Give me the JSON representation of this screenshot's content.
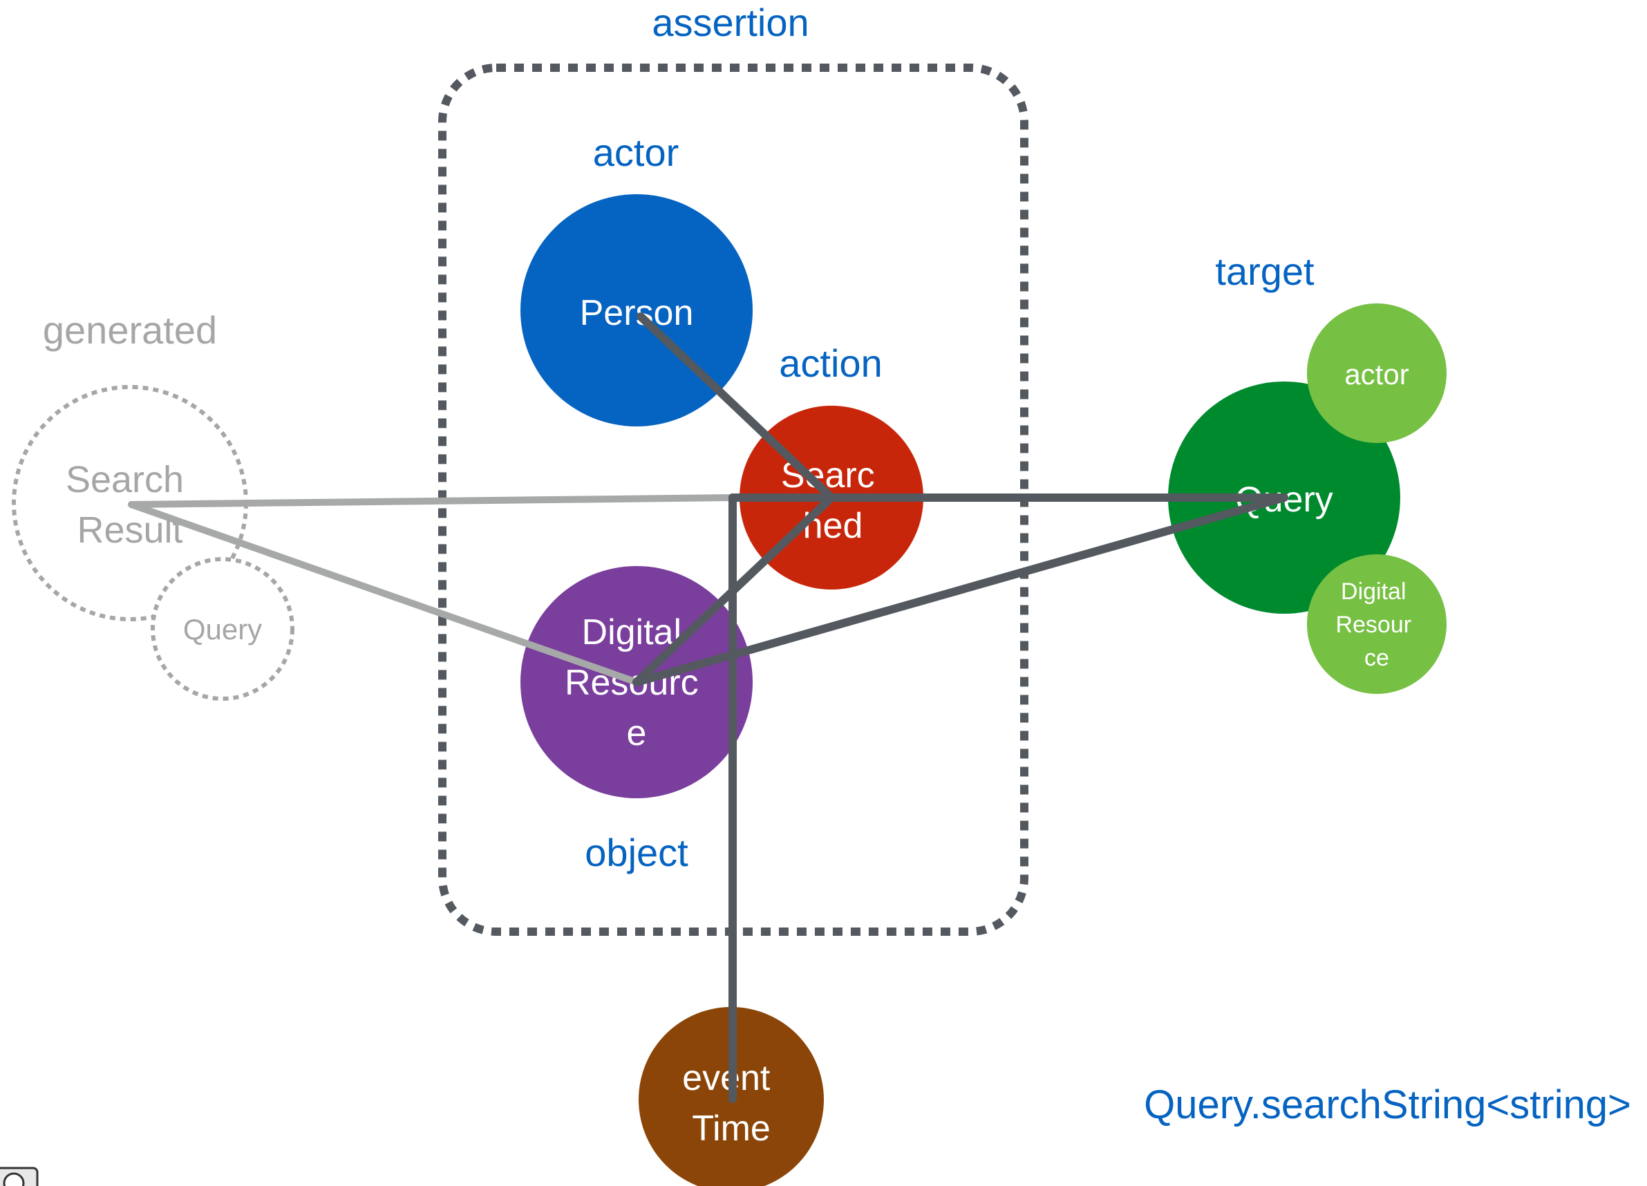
{
  "labels": {
    "assertion": "assertion",
    "actor": "actor",
    "action": "action",
    "object": "object",
    "target": "target",
    "generated": "generated",
    "formula": "Query.searchString<string>"
  },
  "nodes": {
    "person": {
      "text": [
        "Person"
      ]
    },
    "searched": {
      "text": [
        "Searc",
        "hed"
      ]
    },
    "digital_resource": {
      "text": [
        "Digital",
        "Resourc",
        "e"
      ]
    },
    "event_time": {
      "text": [
        "event",
        "Time"
      ]
    },
    "query": {
      "text": [
        "Query"
      ]
    },
    "target_actor": {
      "text": [
        "actor"
      ]
    },
    "target_digital_resource": {
      "text": [
        "Digital",
        "Resour",
        "ce"
      ]
    },
    "search_result": {
      "text": [
        "Search",
        "Result"
      ]
    },
    "generated_query": {
      "text": [
        "Query"
      ]
    }
  },
  "colors": {
    "label_blue": "#0563c1",
    "label_grey": "#a6a6a6",
    "person": "#0563c1",
    "searched": "#c8260a",
    "digital_resource": "#7a3e9d",
    "event_time": "#8b4508",
    "query": "#008a2e",
    "target_satellite": "#76c043",
    "connector_dark": "#545960",
    "connector_light": "#a6a9a8",
    "dashed_border": "#545960"
  },
  "icons": {
    "cc_badge": "creative-commons-icon"
  }
}
